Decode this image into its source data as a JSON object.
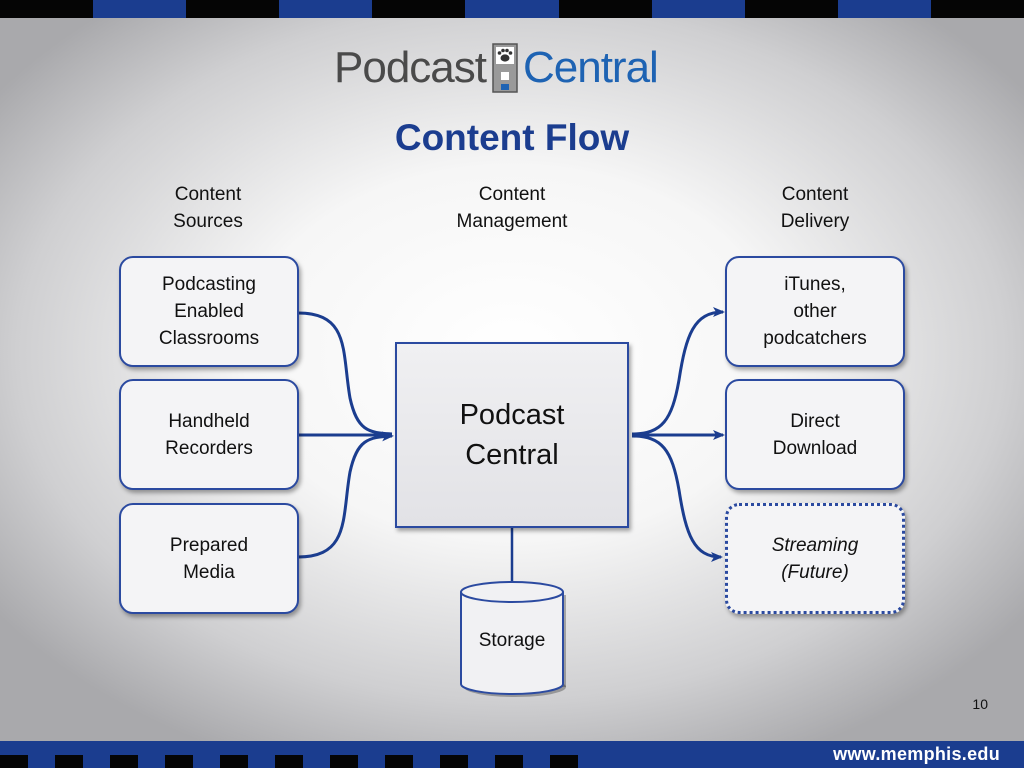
{
  "logo": {
    "part1": "Podcast",
    "part2": "Central"
  },
  "title": "Content Flow",
  "columns": {
    "sources": [
      "Content",
      "Sources"
    ],
    "management": [
      "Content",
      "Management"
    ],
    "delivery": [
      "Content",
      "Delivery"
    ]
  },
  "sources": [
    [
      "Podcasting",
      "Enabled",
      "Classrooms"
    ],
    [
      "Handheld",
      "Recorders"
    ],
    [
      "Prepared",
      "Media"
    ]
  ],
  "center": [
    "Podcast",
    "Central"
  ],
  "destinations": [
    [
      "iTunes,",
      "other",
      "podcatchers"
    ],
    [
      "Direct",
      "Download"
    ],
    [
      "Streaming",
      "(Future)"
    ]
  ],
  "storage": "Storage",
  "page_number": "10",
  "footer_url": "www.memphis.edu",
  "colors": {
    "accent": "#1b3d8f",
    "border": "#2b4aa0",
    "logo_gray": "#4a4a4a",
    "logo_blue": "#1e63b3"
  }
}
